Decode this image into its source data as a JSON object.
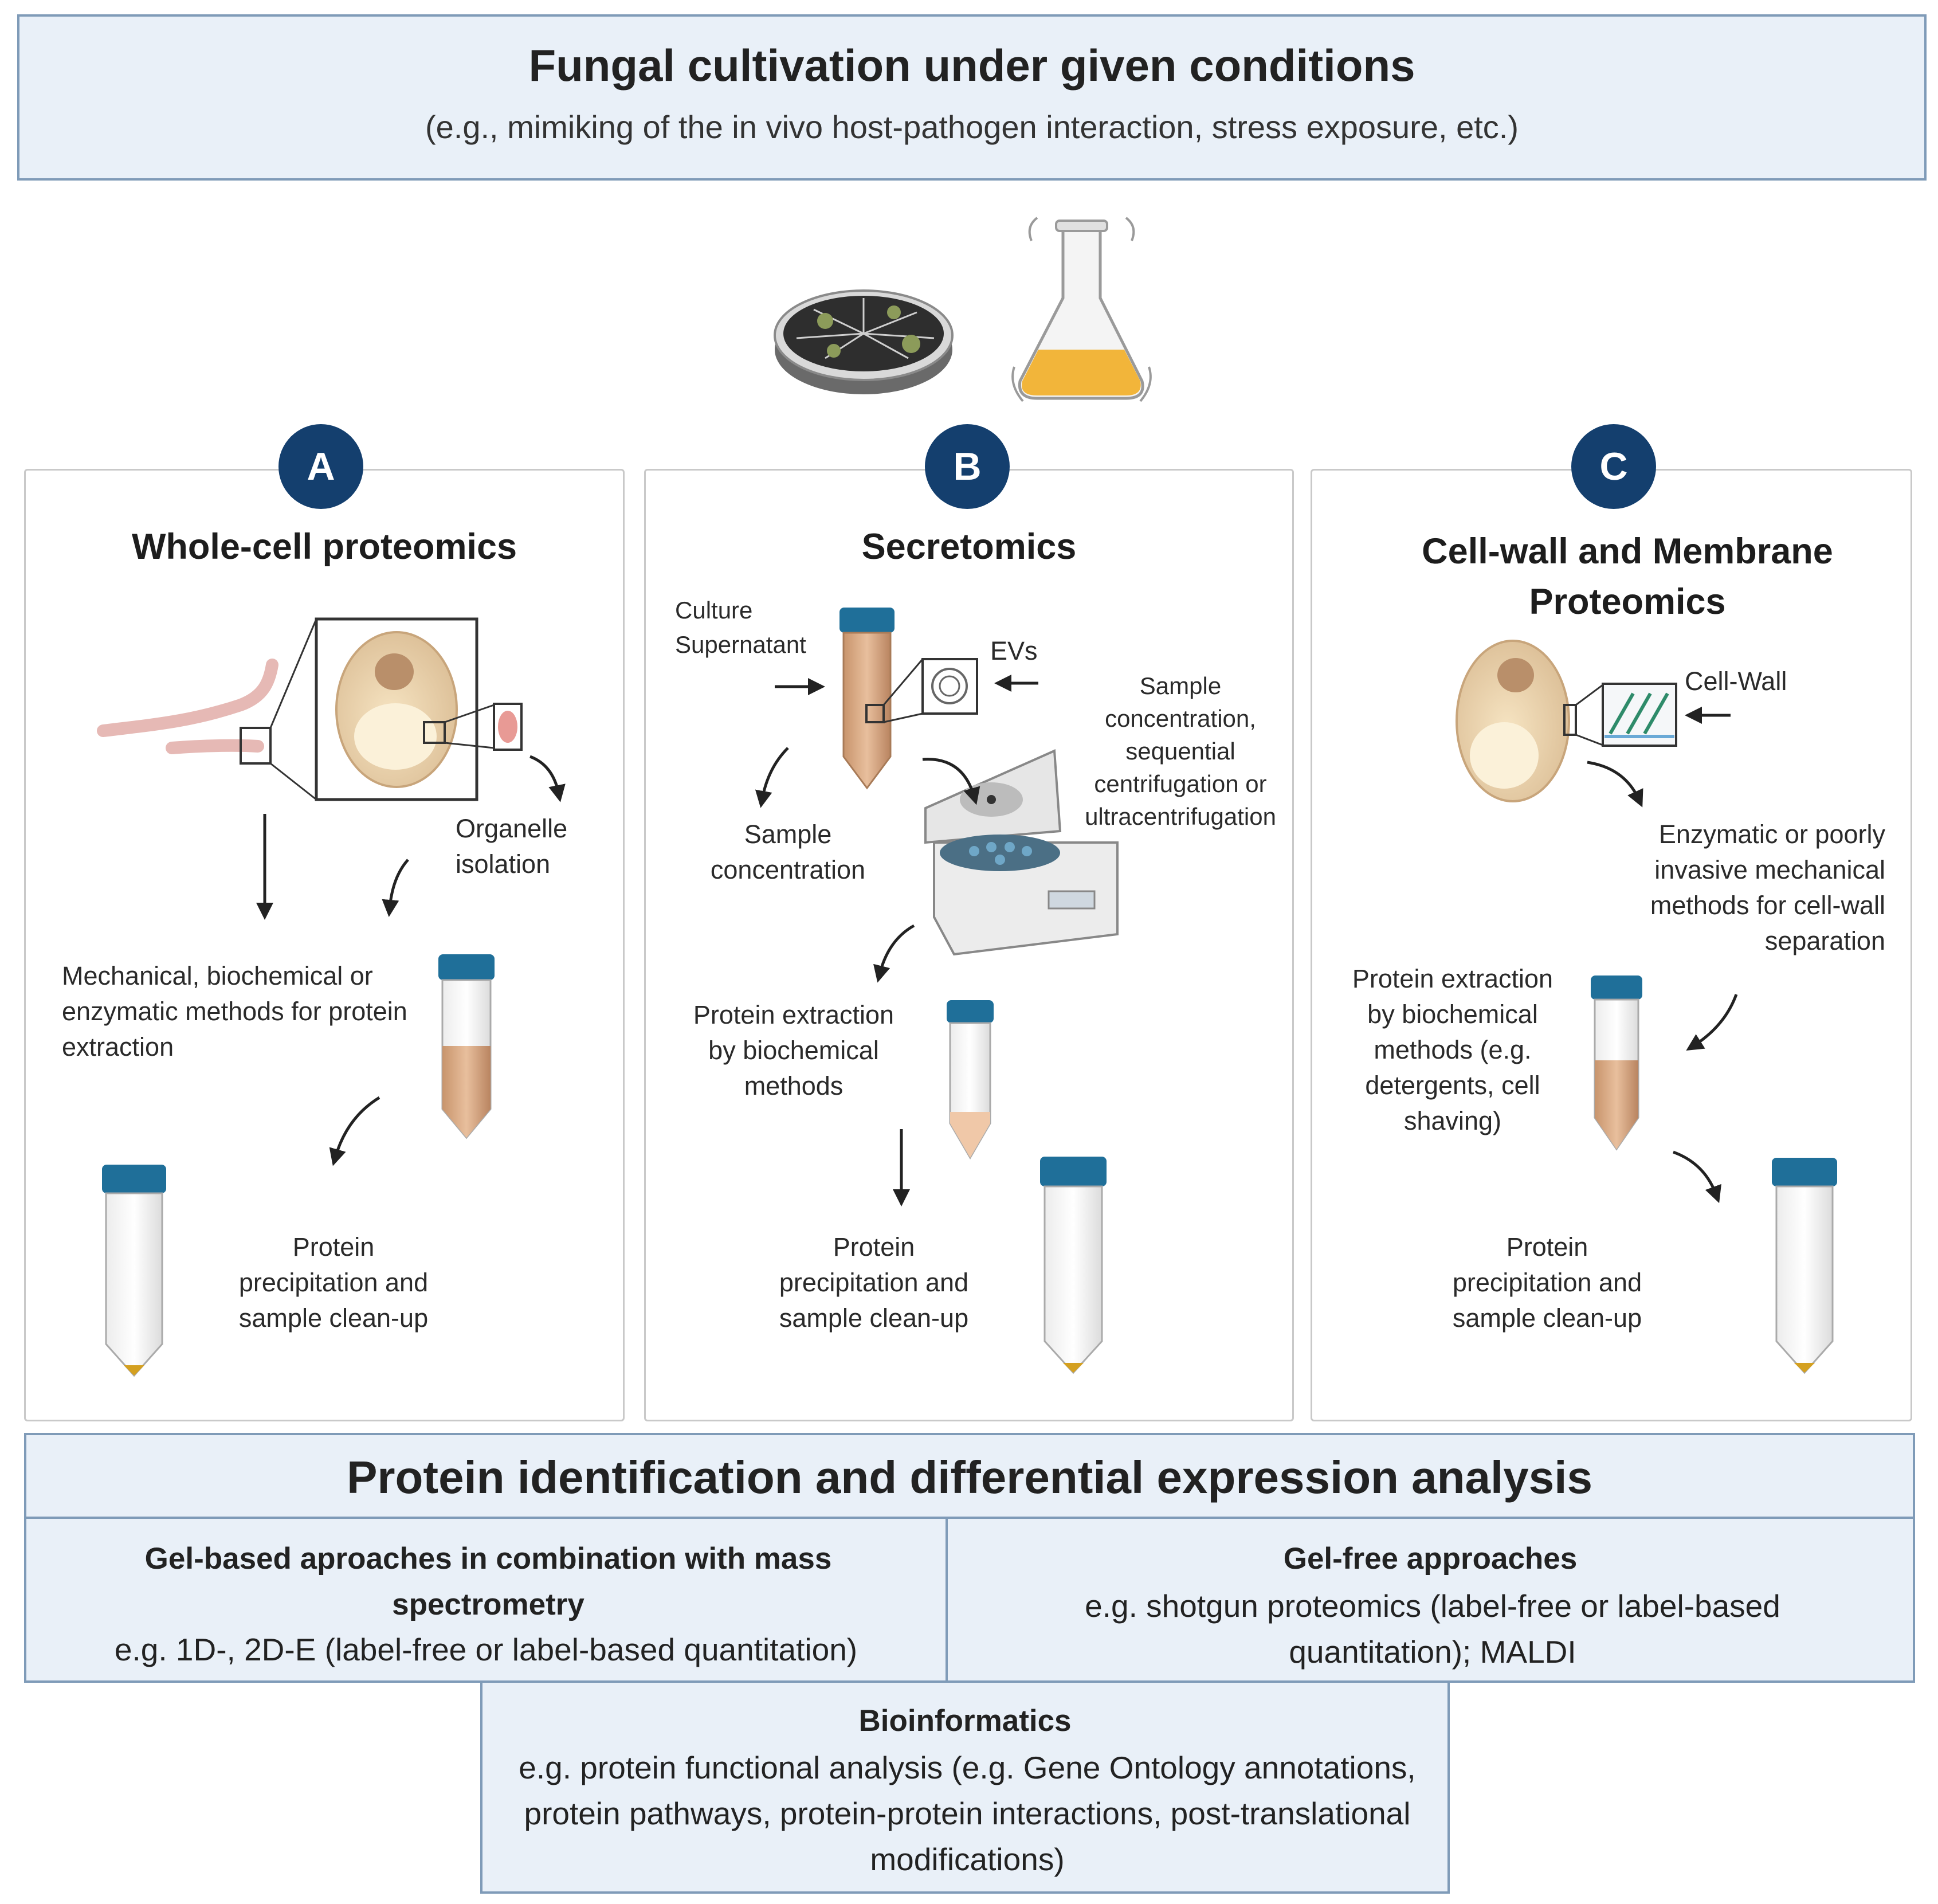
{
  "header": {
    "title": "Fungal cultivation under given conditions",
    "subtitle": "(e.g., mimiking of the in vivo host-pathogen interaction, stress exposure, etc.)"
  },
  "panels": [
    {
      "letter": "A",
      "title": "Whole-cell proteomics",
      "labels": {
        "organelle": "Organelle isolation",
        "extraction": "Mechanical, biochemical or enzymatic methods for protein extraction",
        "precipitation": "Protein precipitation and sample clean-up"
      }
    },
    {
      "letter": "B",
      "title": "Secretomics",
      "labels": {
        "supernatant": "Culture Supernatant",
        "evs": "EVs",
        "sample_conc_right": "Sample concentration, sequential centrifugation or ultracentrifugation",
        "sample_conc": "Sample concentration",
        "extraction": "Protein extraction by biochemical methods",
        "precipitation": "Protein precipitation and sample clean-up"
      }
    },
    {
      "letter": "C",
      "title": "Cell-wall and Membrane Proteomics",
      "labels": {
        "cellwall": "Cell-Wall",
        "enzymatic": "Enzymatic or poorly invasive mechanical methods for cell-wall separation",
        "extraction": "Protein extraction by biochemical methods (e.g. detergents, cell shaving)",
        "precipitation": "Protein precipitation and sample clean-up"
      }
    }
  ],
  "analysis": {
    "title": "Protein identification and differential expression analysis",
    "gel_based": {
      "heading": "Gel-based aproaches in combination with mass spectrometry",
      "text": "e.g. 1D-, 2D-E (label-free or label-based quantitation)"
    },
    "gel_free": {
      "heading": "Gel-free approaches",
      "text": "e.g. shotgun proteomics (label-free or label-based quantitation); MALDI"
    },
    "bioinformatics": {
      "heading": "Bioinformatics",
      "text": "e.g. protein functional analysis (e.g. Gene Ontology annotations, protein pathways, protein-protein interactions, post-translational modifications)"
    }
  },
  "colors": {
    "box_fill": "#e9f0f8",
    "box_border": "#7f9bb8",
    "badge": "#143f6e",
    "tube_cap": "#1f6f99",
    "cell": "#e4caa6",
    "broth": "#f2b53a"
  }
}
